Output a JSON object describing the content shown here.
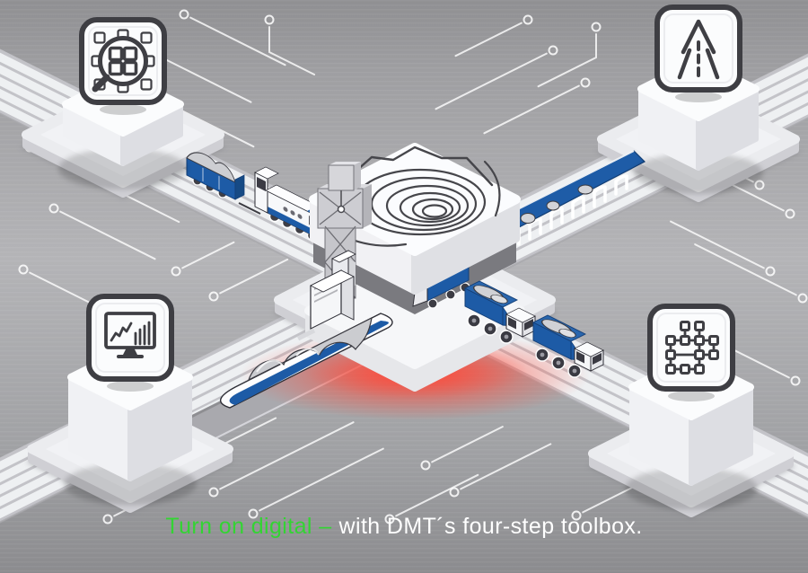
{
  "illustration": {
    "theme": "digital-mining-network",
    "hub": "open-pit-mine-hub",
    "elements": [
      "freight-train",
      "conveyor-belt",
      "bulk-carrier-ship",
      "haul-trucks",
      "mine-headframe",
      "underground-loader",
      "ship-loader",
      "circuit-traces"
    ],
    "stations": [
      {
        "position": "top-left",
        "icon": "magnifier-grid-icon"
      },
      {
        "position": "top-right",
        "icon": "road-arrow-icon"
      },
      {
        "position": "bottom-left",
        "icon": "monitor-chart-icon"
      },
      {
        "position": "bottom-right",
        "icon": "network-nodes-icon"
      }
    ]
  },
  "caption": {
    "highlight": "Turn on digital –",
    "rest": "with DMT´s four-step toolbox.",
    "highlight_color": "#33d433",
    "text_color": "#ffffff"
  },
  "colors": {
    "accent_blue": "#1d5ba6",
    "glow_red": "#ff4838",
    "background_mid": "#b2b2b5",
    "outline_grey": "#3f3f44"
  }
}
